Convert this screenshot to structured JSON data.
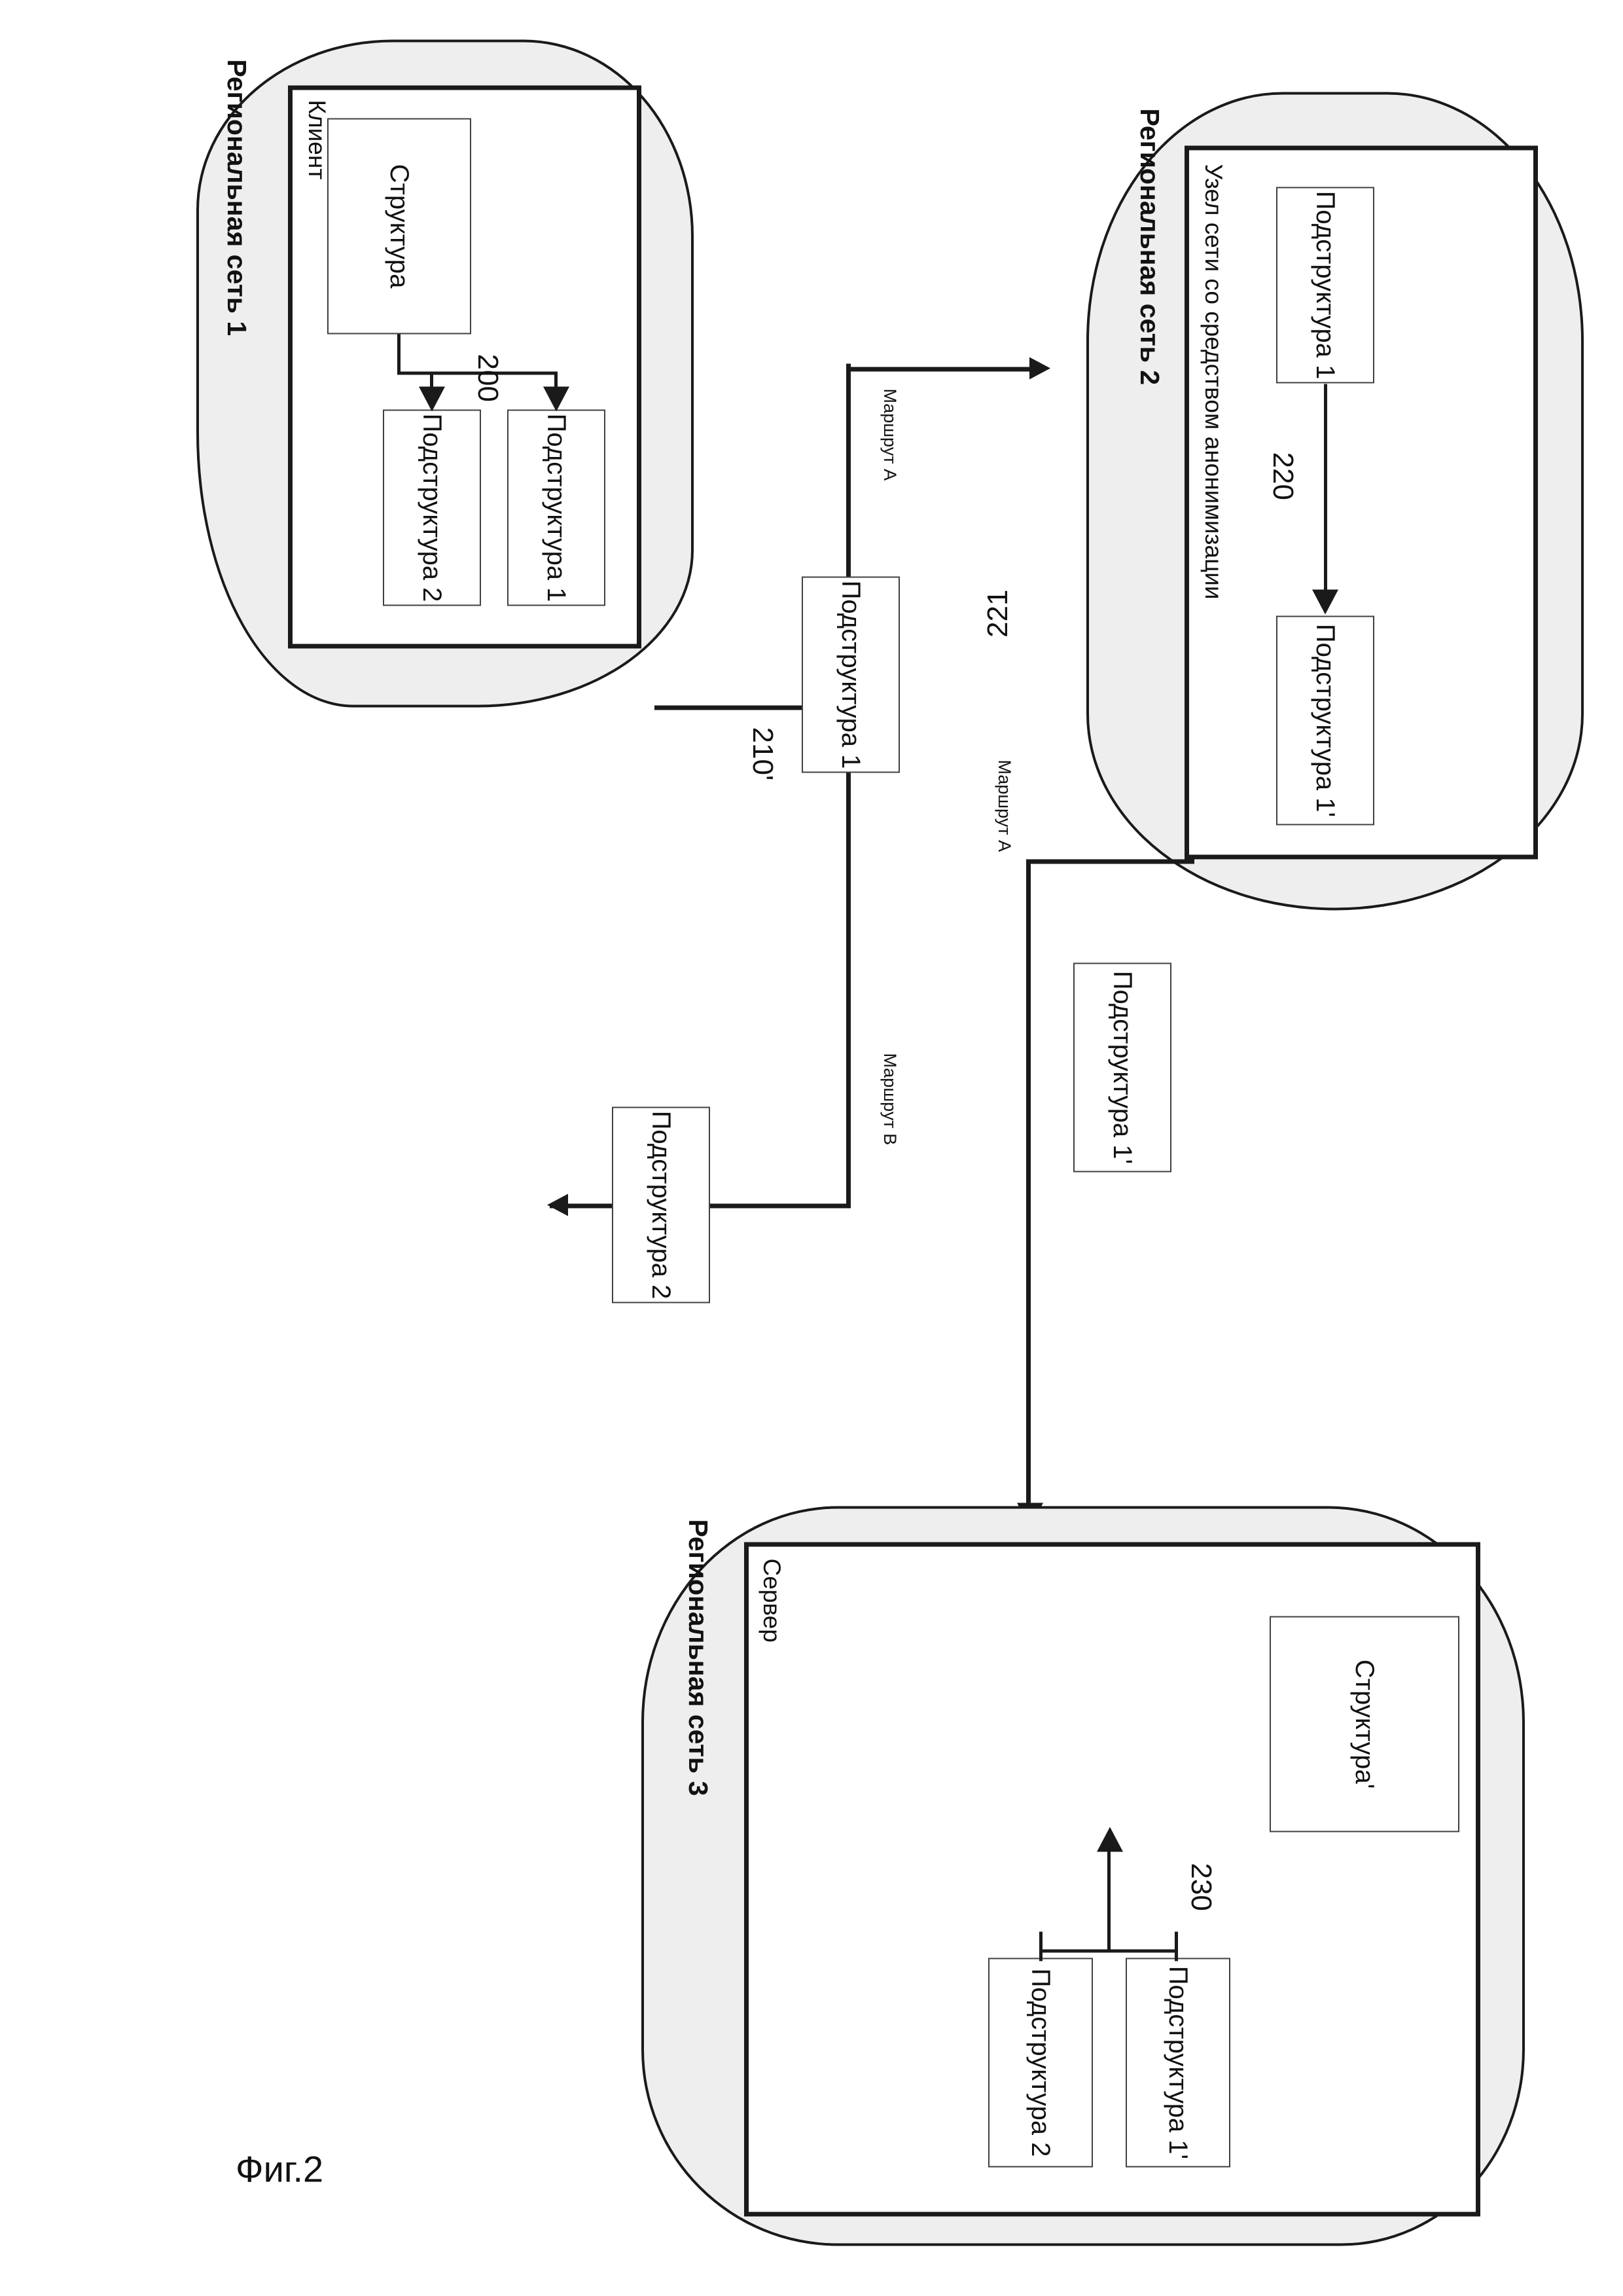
{
  "figure": {
    "caption": "Фиг.2",
    "regions": [
      {
        "id": "region-1",
        "title": "Региональная сеть 1",
        "role_label": "Клиент",
        "boxes": [
          {
            "id": "struktura",
            "label": "Структура"
          },
          {
            "id": "podstruktura-1",
            "label": "Подструктура 1"
          },
          {
            "id": "podstruktura-2",
            "label": "Подструктура 2"
          }
        ],
        "ref_numbers": [
          "200"
        ]
      },
      {
        "id": "region-2",
        "title": "Региональная сеть 2",
        "role_label": "Узел сети со средством анонимизации",
        "boxes": [
          {
            "id": "podstruktura-1",
            "label": "Подструктура 1"
          },
          {
            "id": "podstruktura-1-prime",
            "label": "Подструктура 1'"
          }
        ],
        "ref_numbers": [
          "220"
        ]
      },
      {
        "id": "region-3",
        "title": "Региональная сеть 3",
        "role_label": "Сервер",
        "boxes": [
          {
            "id": "struktura-prime",
            "label": "Структура'"
          },
          {
            "id": "podstruktura-1-prime",
            "label": "Подструктура 1'"
          },
          {
            "id": "podstruktura-2",
            "label": "Подструктура 2"
          }
        ],
        "ref_numbers": [
          "230"
        ]
      }
    ],
    "transit_boxes": [
      {
        "id": "transit-podstruktura-1",
        "label": "Подструктура 1"
      },
      {
        "id": "transit-podstruktura-1-prime",
        "label": "Подструктура 1'"
      },
      {
        "id": "transit-podstruktura-2",
        "label": "Подструктура 2"
      }
    ],
    "routes": [
      {
        "id": "route-a-client",
        "label": "Маршрут А"
      },
      {
        "id": "route-a-server",
        "label": "Маршрут А"
      },
      {
        "id": "route-b",
        "label": "Маршрут В"
      }
    ],
    "bus_refs": [
      {
        "id": "ref-210-prime",
        "label": "210'"
      },
      {
        "id": "ref-221",
        "label": "221"
      }
    ]
  }
}
